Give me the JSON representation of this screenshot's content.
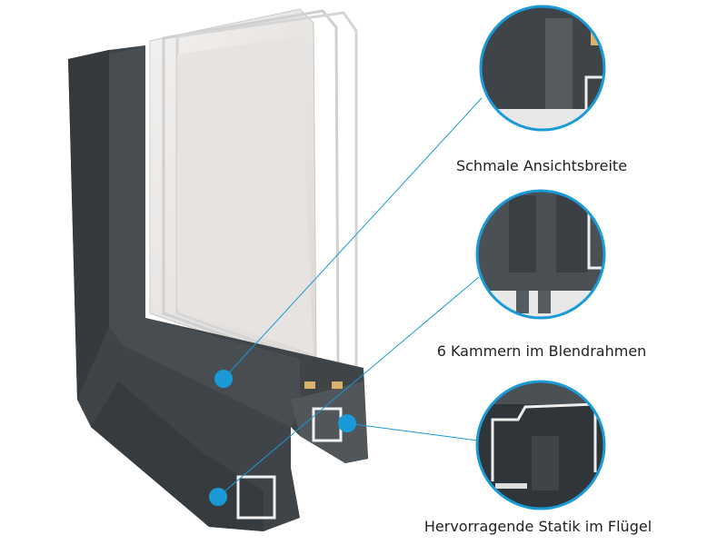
{
  "callouts": [
    {
      "label": "Schmale Ansichtsbreite"
    },
    {
      "label": "6 Kammern im Blendrahmen"
    },
    {
      "label": "Hervorragende Statik im Flügel"
    }
  ],
  "colors": {
    "accent": "#1a9ad6",
    "frame": "#3e4448",
    "frame_dark": "#2d3235",
    "glass": "#e9e6e4"
  }
}
